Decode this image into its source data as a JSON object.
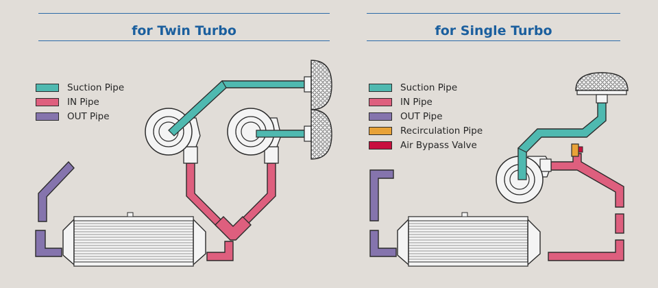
{
  "panels": {
    "twin": {
      "title": "for Twin Turbo",
      "legend": [
        {
          "label": "Suction Pipe",
          "color": "#4fb9b0"
        },
        {
          "label": "IN Pipe",
          "color": "#de5f7e"
        },
        {
          "label": "OUT Pipe",
          "color": "#8574ad"
        }
      ]
    },
    "single": {
      "title": "for Single Turbo",
      "legend": [
        {
          "label": "Suction Pipe",
          "color": "#4fb9b0"
        },
        {
          "label": "IN Pipe",
          "color": "#de5f7e"
        },
        {
          "label": "OUT Pipe",
          "color": "#8574ad"
        },
        {
          "label": "Recirculation Pipe",
          "color": "#e8a237"
        },
        {
          "label": "Air Bypass Valve",
          "color": "#c8103e"
        }
      ]
    }
  },
  "colors": {
    "background": "#e1ddd8",
    "title": "#1b5f9e",
    "rule": "#2a6aa8",
    "outline": "#2b2b2b",
    "metal": "#f4f4f4"
  }
}
